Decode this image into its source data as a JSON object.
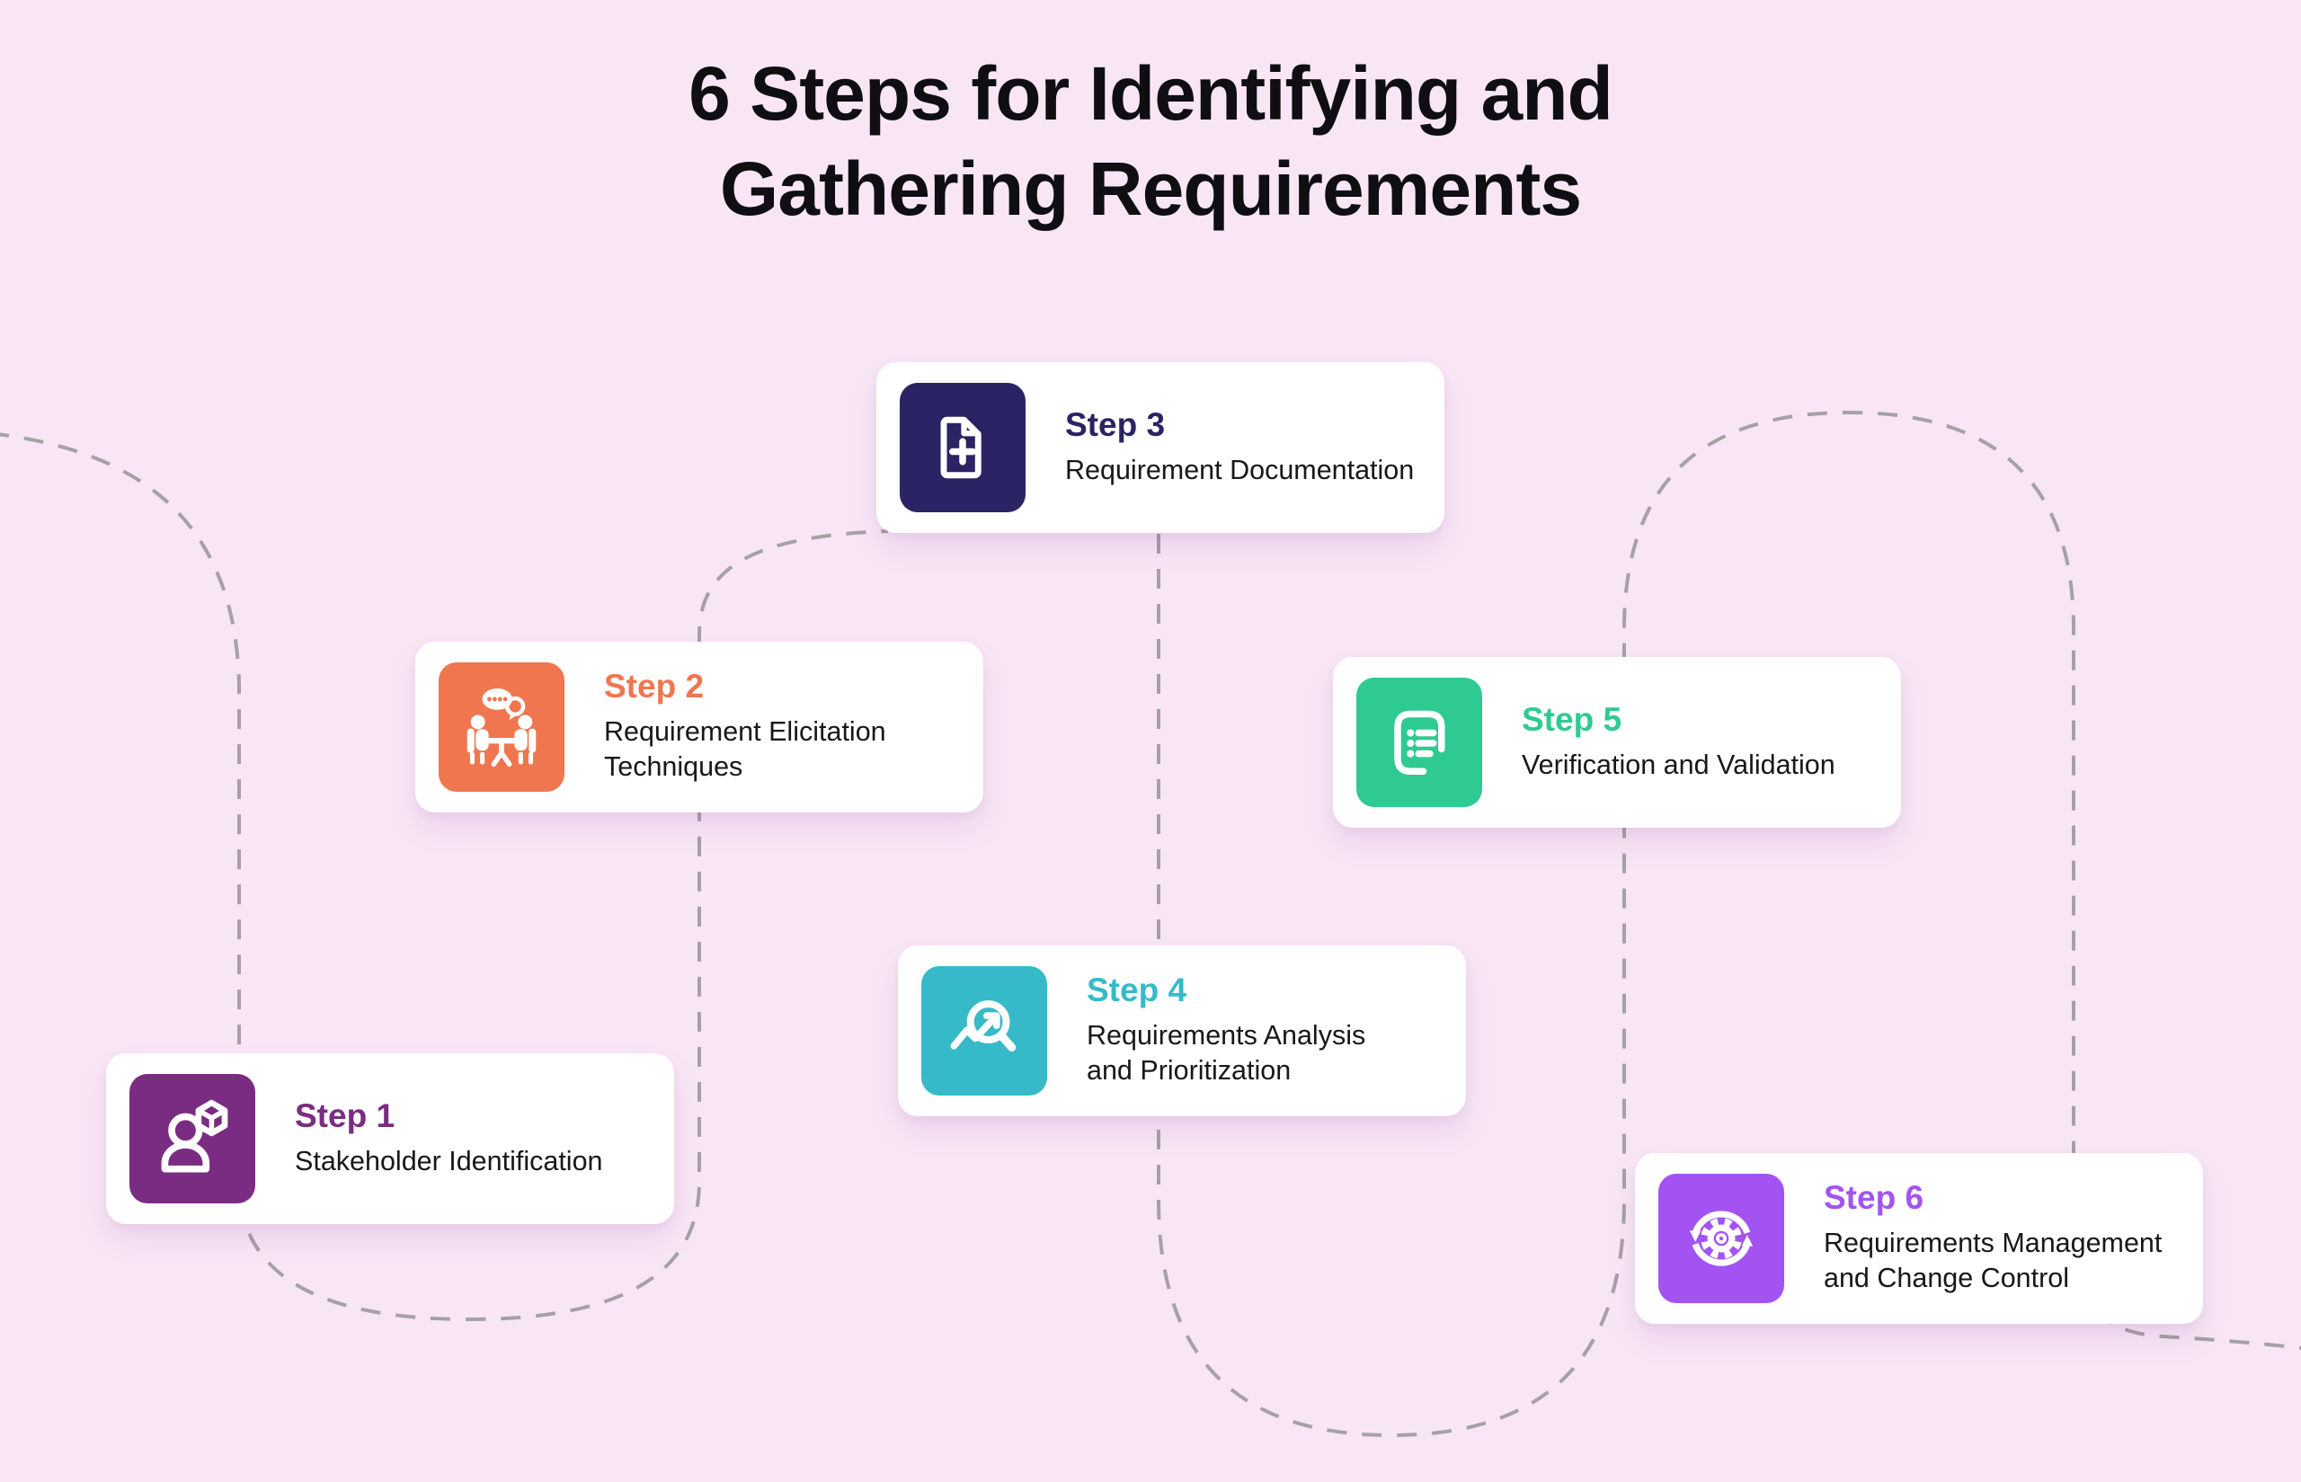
{
  "title": {
    "line1": "6 Steps for Identifying and",
    "line2": "Gathering Requirements"
  },
  "colors": {
    "background": "#f8e6f6",
    "dash": "#a6a0a7",
    "card": "#ffffff",
    "title_text": "#0e0e13",
    "description_text": "#17171c"
  },
  "steps": [
    {
      "label": "Step 1",
      "description": "Stakeholder Identification",
      "color": "#7a2c82",
      "icon": "person-cube-icon"
    },
    {
      "label": "Step 2",
      "description": "Requirement Elicitation\nTechniques",
      "color": "#f0764f",
      "icon": "interview-table-icon"
    },
    {
      "label": "Step 3",
      "description": "Requirement Documentation",
      "color": "#2a2464",
      "icon": "document-plus-icon"
    },
    {
      "label": "Step 4",
      "description": "Requirements Analysis\nand Prioritization",
      "color": "#36bac9",
      "icon": "magnifier-trend-icon"
    },
    {
      "label": "Step 5",
      "description": "Verification and Validation",
      "color": "#2fca91",
      "icon": "checklist-icon"
    },
    {
      "label": "Step 6",
      "description": "Requirements Management\nand Change Control",
      "color": "#a353f2",
      "icon": "gear-cycle-icon"
    }
  ]
}
